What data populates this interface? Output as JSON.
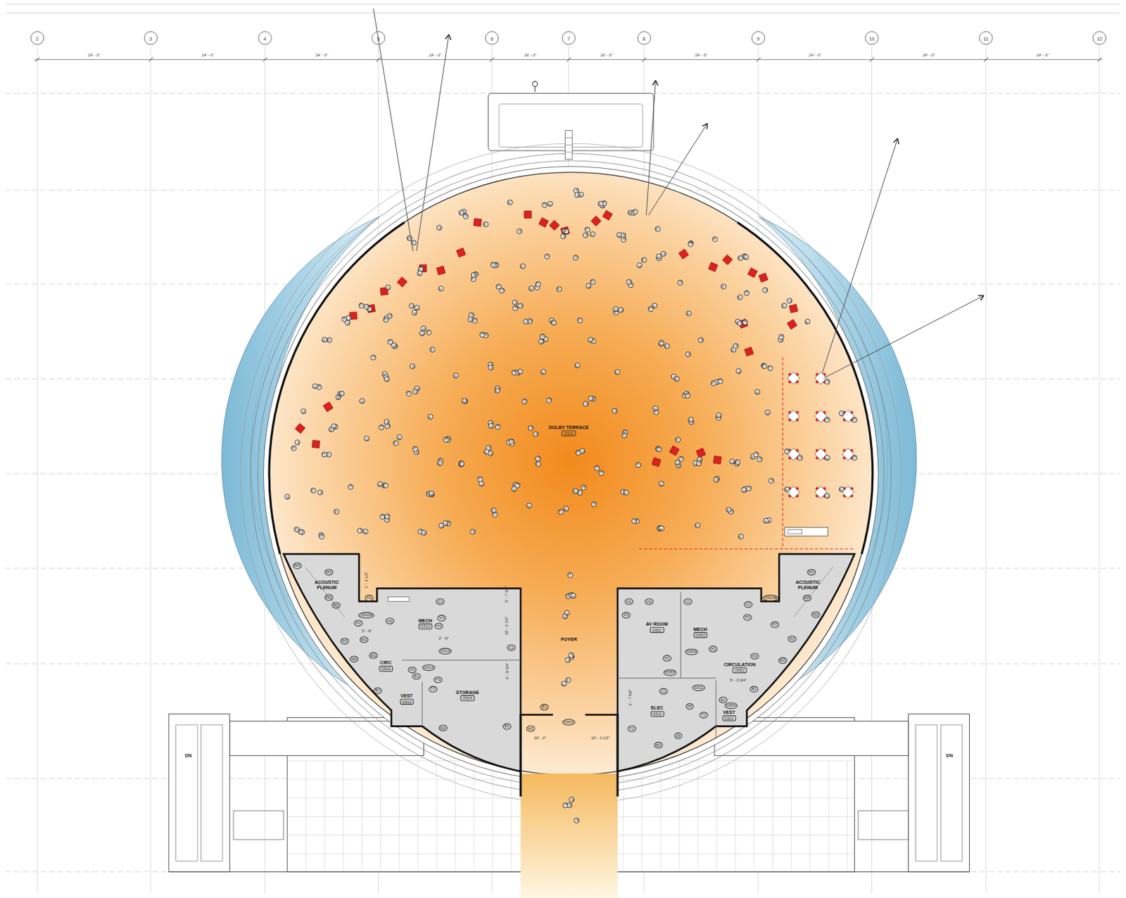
{
  "diagram": {
    "nodes": [
      {
        "text": [
          "DOLBY TERRACE",
          "G500"
        ]
      },
      {
        "text": [
          "ACOUSTIC PLENUM"
        ]
      },
      {
        "text": [
          "MECH",
          "G513"
        ]
      },
      {
        "text": [
          "CIRC",
          "G503"
        ]
      },
      {
        "text": [
          "VEST",
          "G502"
        ]
      },
      {
        "text": [
          "STORAGE",
          "G514"
        ]
      },
      {
        "text": [
          "FOYER"
        ]
      },
      {
        "text": [
          "AV ROOM",
          "G551"
        ]
      },
      {
        "text": [
          "MECH",
          "G553"
        ]
      },
      {
        "text": [
          "CIRCULATION",
          "G552"
        ]
      },
      {
        "text": [
          "ELEC",
          "G511"
        ]
      },
      {
        "text": [
          "VEST",
          "G501"
        ]
      },
      {
        "text": [
          "ACOUSTIC PLENUM"
        ]
      }
    ],
    "labels": [
      "2",
      "3",
      "4",
      "5",
      "6",
      "7",
      "8",
      "9",
      "10",
      "11",
      "12",
      "24' - 0\"",
      "24' - 0\"",
      "24' - 0\"",
      "24' - 0\"",
      "16' - 0\"",
      "16' - 0\"",
      "24' - 0\"",
      "24' - 0\"",
      "24' - 0\"",
      "24' - 0\"",
      "G500A",
      "G500B",
      "DN",
      "DN",
      "G500",
      "10' - 2\"",
      "10' - 2 1/2\"",
      "1' - 3 1/2\"",
      "5' - 6\"",
      "2' - 6\"",
      "10' - 2 1/2\"",
      "5' - 7 3/4\"",
      "6' - 8 3/4\"",
      "6' - 7 5/8\"",
      "5' - 3 3/4\"",
      "G554",
      "M2",
      "M2",
      "M2",
      "M2",
      "H1",
      "H1",
      "V2",
      "H1",
      "C1",
      "C1",
      "P2",
      "P2",
      "M2",
      "M2",
      "M2",
      "B1",
      "H1",
      "B1",
      "T2",
      "H1",
      "G513",
      "G514",
      "M2",
      "B1",
      "M2",
      "B1",
      "H1",
      "H1",
      "V1",
      "V1",
      "H1",
      "H1",
      "M2",
      "M2",
      "M2",
      "P2",
      "P2",
      "M2",
      "H1",
      "H1",
      "H1",
      "G553",
      "G551",
      "C1",
      "G511",
      "28",
      "26",
      "T1",
      "M2",
      "T2",
      "B1",
      "B1"
    ]
  }
}
